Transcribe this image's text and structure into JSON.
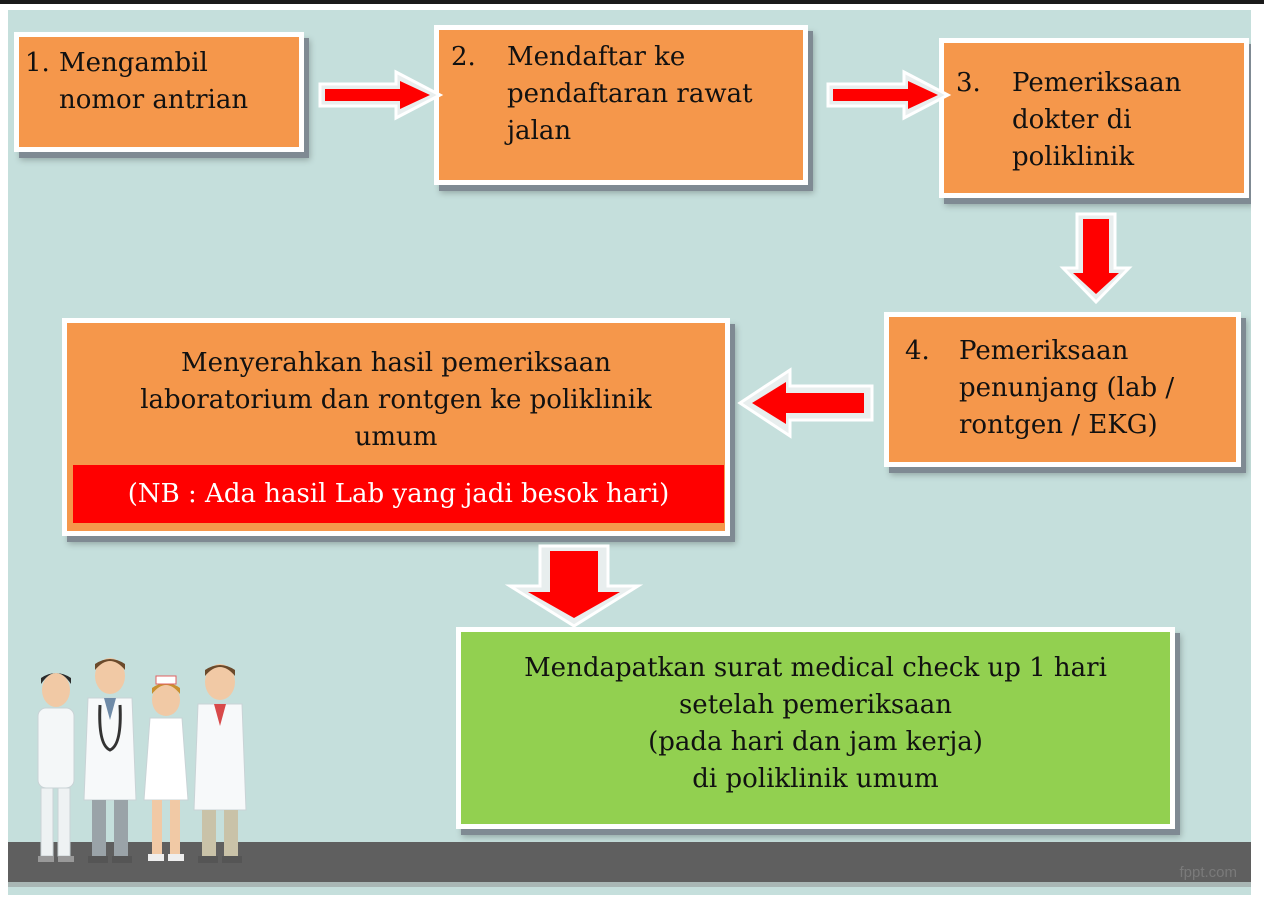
{
  "steps": [
    {
      "num": "1.",
      "text": "Mengambil nomor antrian"
    },
    {
      "num": "2.",
      "text": "Mendaftar ke pendaftaran rawat jalan"
    },
    {
      "num": "3.",
      "text": "Pemeriksaan dokter di poliklinik"
    },
    {
      "num": "4.",
      "text": "Pemeriksaan penunjang (lab / rontgen / EKG)"
    }
  ],
  "submit_box": {
    "text": "Menyerahkan hasil pemeriksaan laboratorium dan rontgen ke poliklinik umum",
    "note": "(NB : Ada hasil Lab yang jadi besok hari)"
  },
  "final_box": {
    "line1": "Mendapatkan surat medical check up 1 hari",
    "line2": "setelah pemeriksaan",
    "line3": "(pada hari dan jam kerja)",
    "line4": "di poliklinik umum"
  },
  "watermark": "fppt.com",
  "colors": {
    "background": "#c5dfdc",
    "box_orange": "#f5974b",
    "box_green": "#92d050",
    "note_red": "#ff0000",
    "arrow_red": "#ff0000",
    "ground": "#5f5f5f"
  },
  "icons": [
    "right-arrow",
    "down-arrow",
    "left-arrow",
    "medical-staff-illustration"
  ]
}
